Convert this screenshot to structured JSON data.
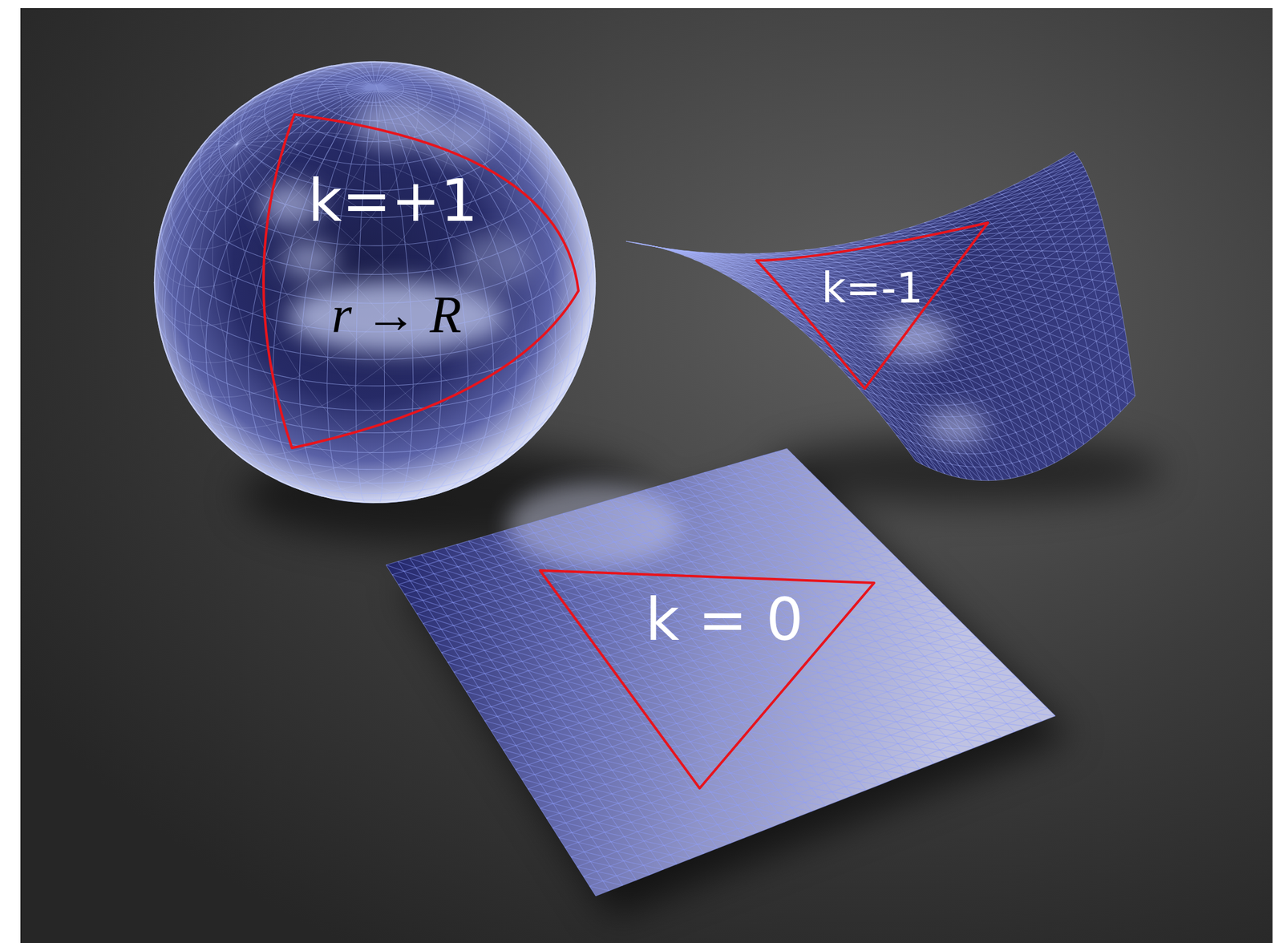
{
  "diagram": {
    "nodes": [
      {
        "text": [
          "k=+1",
          "r → R"
        ]
      },
      {
        "text": [
          "k=-1"
        ]
      },
      {
        "text": [
          "k = 0"
        ]
      }
    ]
  }
}
